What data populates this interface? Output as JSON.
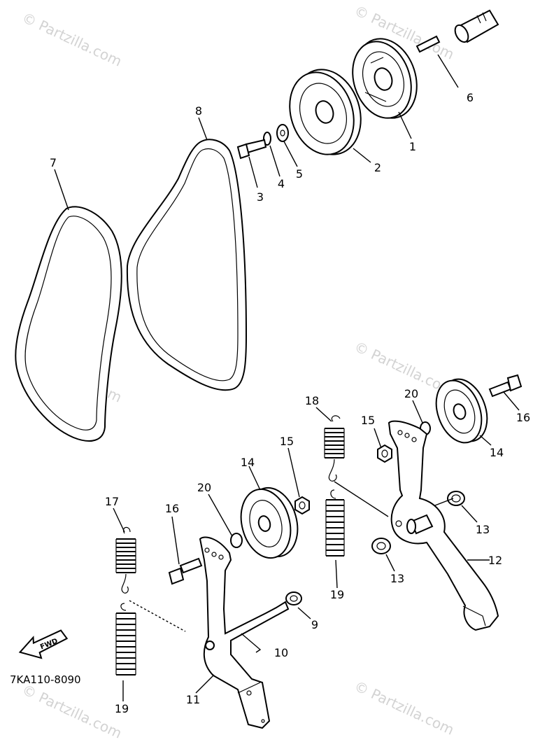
{
  "watermark": "© Partzilla.com",
  "diagram_code": "7KA110-8090",
  "fwd_label": "FWD",
  "labels": {
    "p1": "1",
    "p2": "2",
    "p3": "3",
    "p4": "4",
    "p5": "5",
    "p6": "6",
    "p7": "7",
    "p8": "8",
    "p9": "9",
    "p10": "10",
    "p11": "11",
    "p12": "12",
    "p13a": "13",
    "p13b": "13",
    "p14a": "14",
    "p14b": "14",
    "p15a": "15",
    "p15b": "15",
    "p16a": "16",
    "p16b": "16",
    "p17": "17",
    "p18": "18",
    "p19a": "19",
    "p19b": "19",
    "p20a": "20",
    "p20b": "20"
  }
}
